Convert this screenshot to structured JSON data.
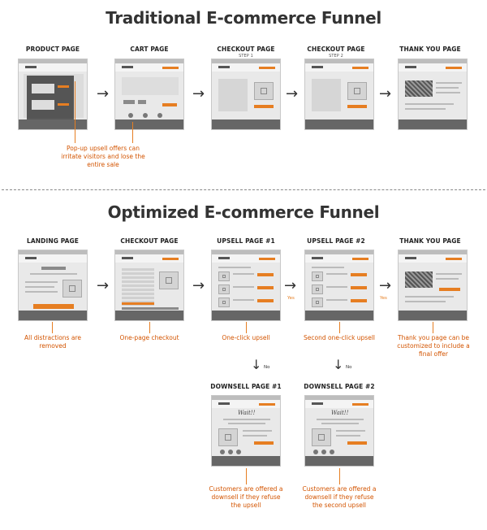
{
  "traditional": {
    "title": "Traditional E-commerce Funnel",
    "pages": [
      {
        "label": "PRODUCT PAGE",
        "step": ""
      },
      {
        "label": "CART PAGE",
        "step": ""
      },
      {
        "label": "CHECKOUT PAGE",
        "step": "STEP 1"
      },
      {
        "label": "CHECKOUT PAGE",
        "step": "STEP 2"
      },
      {
        "label": "THANK YOU PAGE",
        "step": ""
      }
    ],
    "note": "Pop-up upsell offers can irritate visitors and lose the entire sale"
  },
  "optimized": {
    "title": "Optimized E-commerce Funnel",
    "pages": [
      {
        "label": "LANDING PAGE"
      },
      {
        "label": "CHECKOUT PAGE"
      },
      {
        "label": "UPSELL PAGE #1"
      },
      {
        "label": "UPSELL PAGE #2"
      },
      {
        "label": "THANK YOU PAGE"
      }
    ],
    "notes": [
      "All distractions are removed",
      "One-page checkout",
      "One-click upsell",
      "Second one-click upsell",
      "Thank you page can be customized to include a final offer"
    ],
    "yes_label": "Yes",
    "no_label": "No",
    "downsell_pages": [
      {
        "label": "DOWNSELL PAGE #1",
        "headline": "Wait!!"
      },
      {
        "label": "DOWNSELL PAGE #2",
        "headline": "Wait!!"
      }
    ],
    "downsell_notes": [
      "Customers are offered a downsell if they refuse the upsell",
      "Customers are offered a downsell if they refuse the second upsell"
    ]
  },
  "colors": {
    "accent": "#e67e22",
    "footer": "#666666",
    "page_bg": "#e9e9e9"
  }
}
